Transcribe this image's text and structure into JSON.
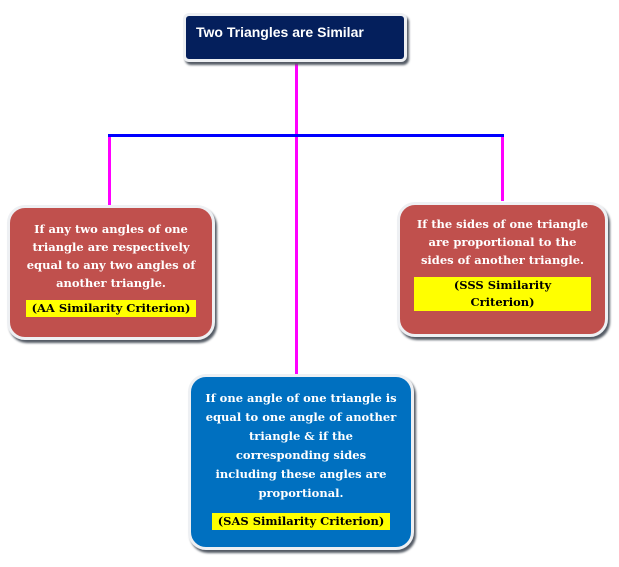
{
  "title": "Two Triangles are Similar",
  "colors": {
    "title_bg": "#041f5c",
    "red_box": "#c0504d",
    "blue_box": "#0070c0",
    "connector_vertical": "#ff00ff",
    "connector_horizontal": "#0000ff",
    "label_highlight": "#ffff00"
  },
  "criteria": [
    {
      "description": "If any two angles of one triangle are respectively equal to any two angles of another triangle.",
      "label": "(AA Similarity Criterion)"
    },
    {
      "description": "If the sides of one triangle are proportional to the sides of another triangle.",
      "label": "(SSS Similarity Criterion)"
    },
    {
      "description": "If one angle of one triangle is equal to one angle of another triangle & if the corresponding sides including these angles are proportional.",
      "label": "(SAS Similarity Criterion)"
    }
  ]
}
